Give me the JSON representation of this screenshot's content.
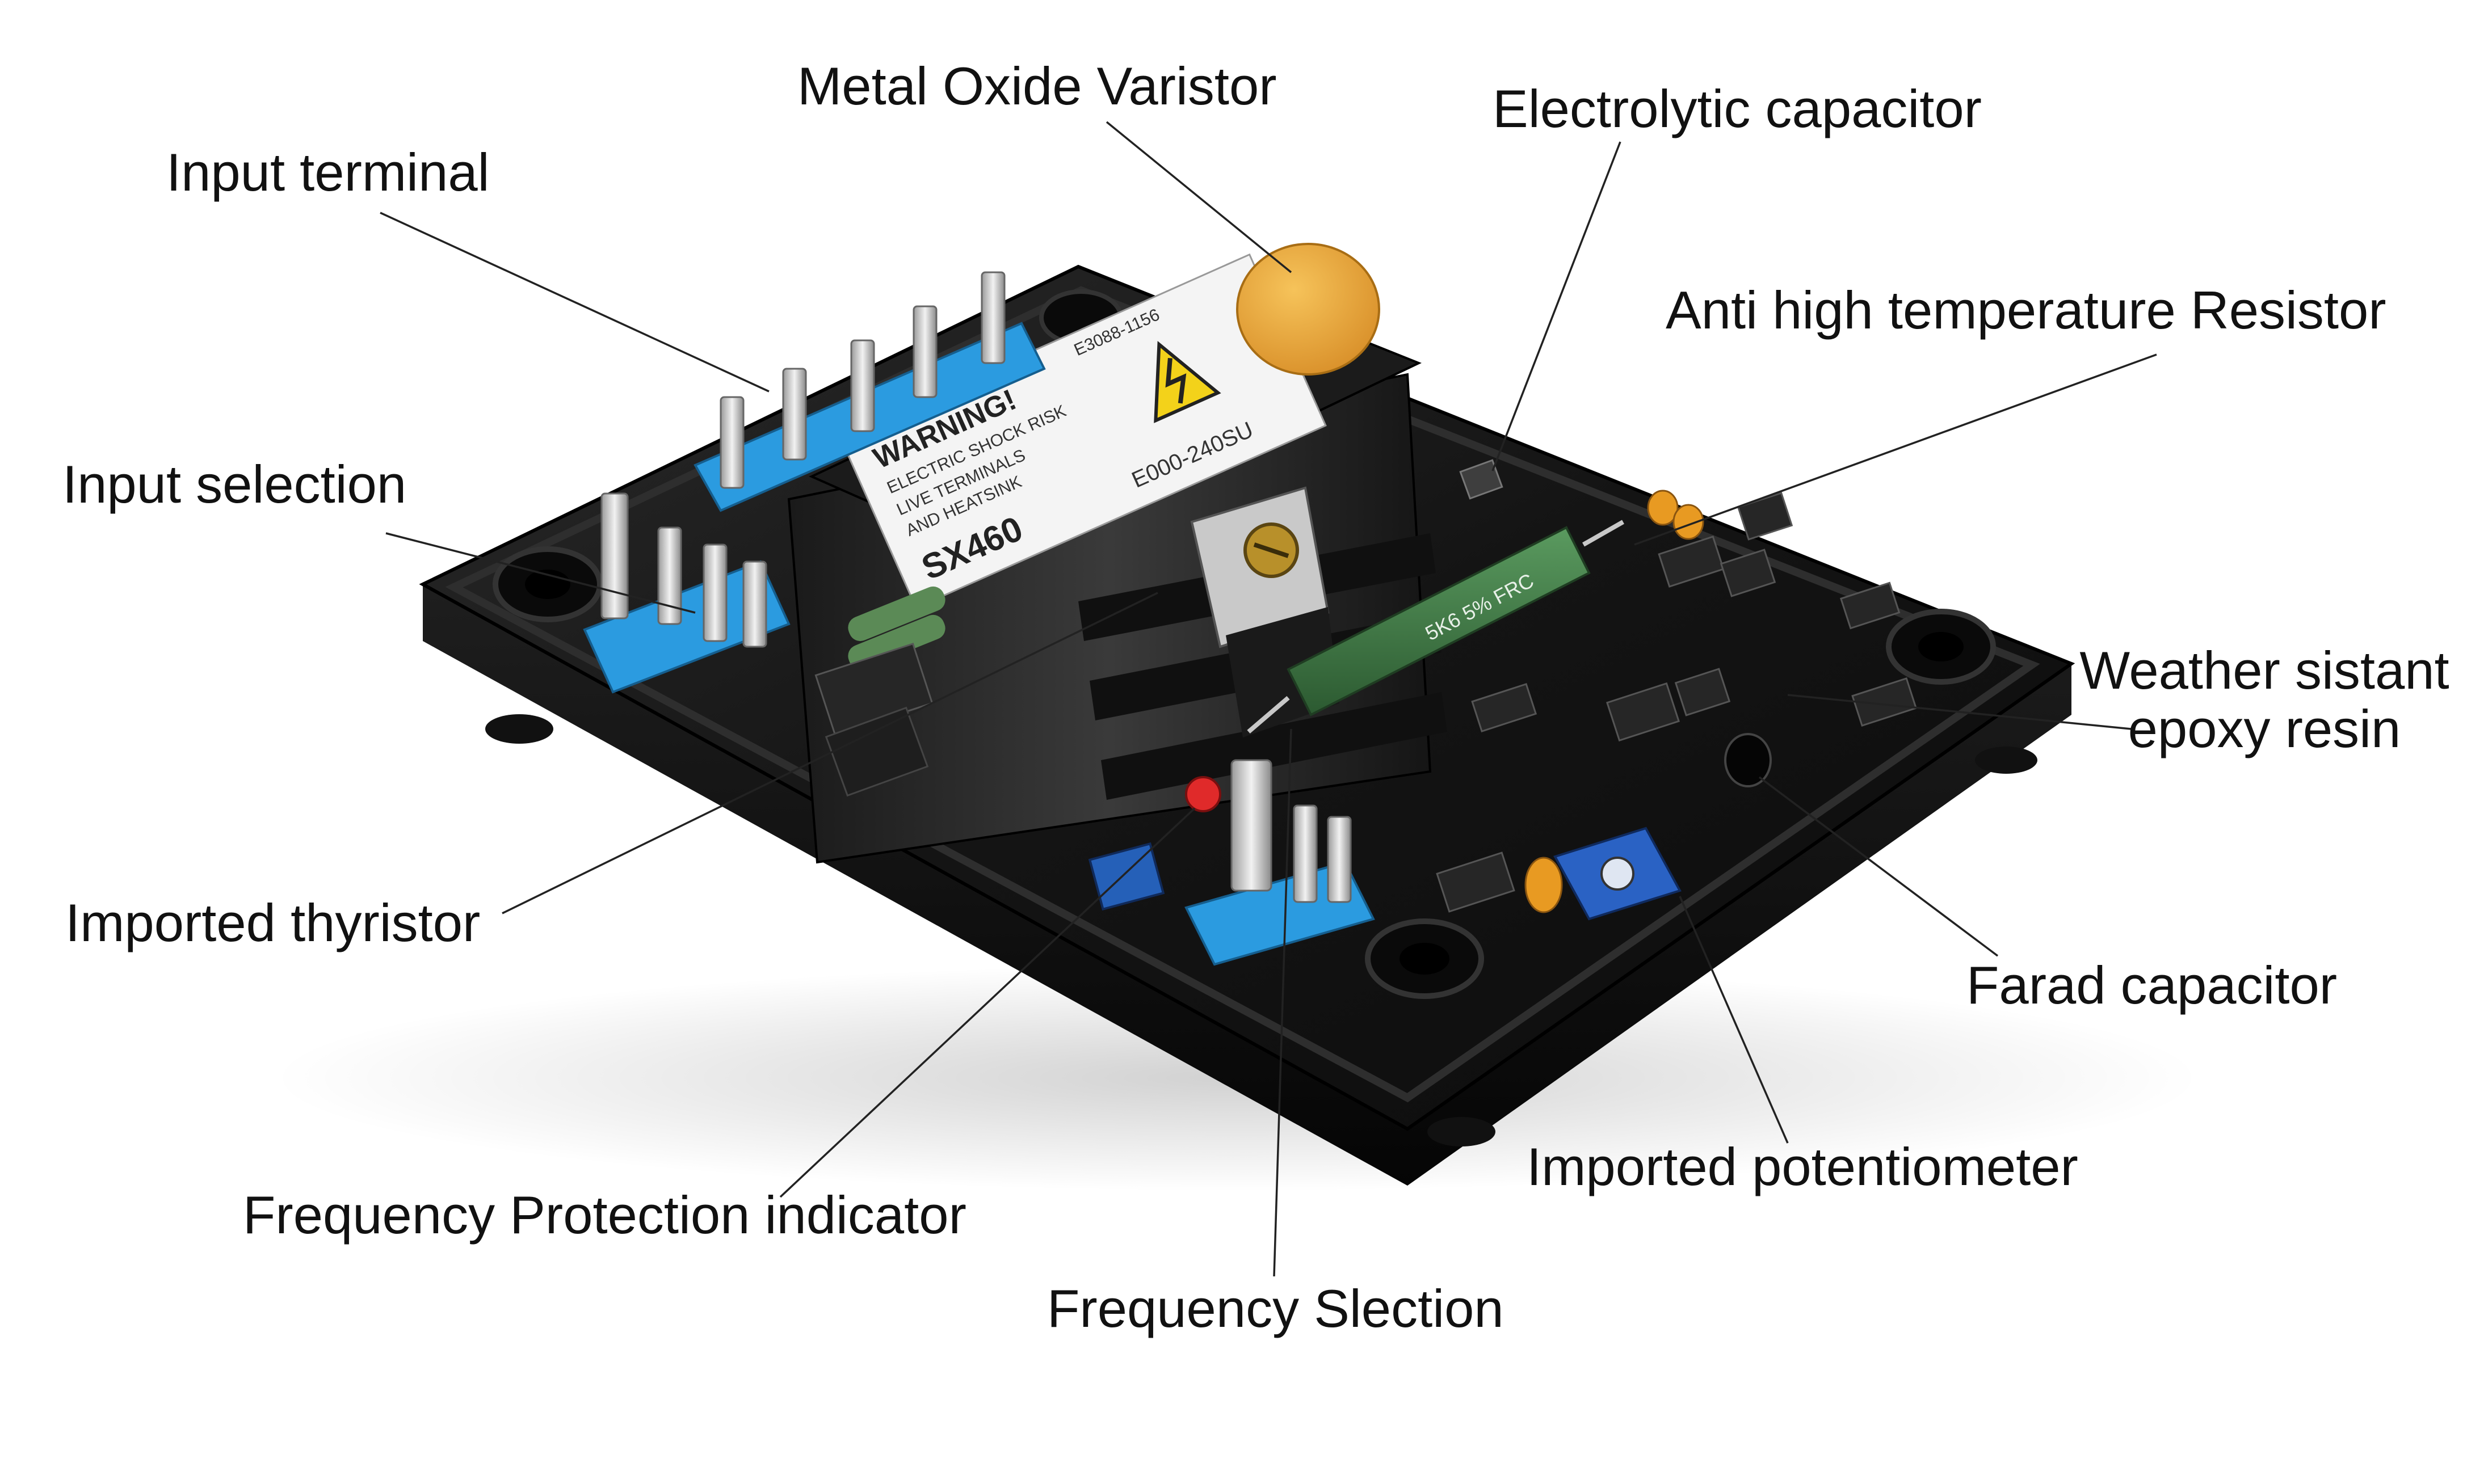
{
  "labels": {
    "metal_oxide_varistor": "Metal Oxide Varistor",
    "electrolytic_capacitor": "Electrolytic capacitor",
    "input_terminal": "Input terminal",
    "anti_high_temp_resistor": "Anti high temperature Resistor",
    "input_selection": "Input selection",
    "weather_resistant_line1": "Weather sistant",
    "weather_resistant_line2": "epoxy resin",
    "imported_thyristor": "Imported thyristor",
    "farad_capacitor": "Farad capacitor",
    "imported_potentiometer": "Imported potentiometer",
    "frequency_protection_indicator": "Frequency Protection indicator",
    "frequency_selection": "Frequency Slection"
  },
  "board": {
    "warning_title": "WARNING!",
    "warning_line1": "ELECTRIC SHOCK RISK",
    "warning_line2": "LIVE TERMINALS",
    "warning_line3": "AND HEATSINK",
    "model": "SX460",
    "voltage": "E000-240SU",
    "serial": "E3088-1156",
    "resistor_marking": "5K6 5% FRC",
    "board_color": "#1a1a1a",
    "terminal_color": "#2b9be0",
    "varistor_color": "#e8a638",
    "resistor_color": "#3f7a45"
  },
  "colors": {
    "label_text": "#111111",
    "leader_line": "#222222",
    "background": "#ffffff"
  }
}
